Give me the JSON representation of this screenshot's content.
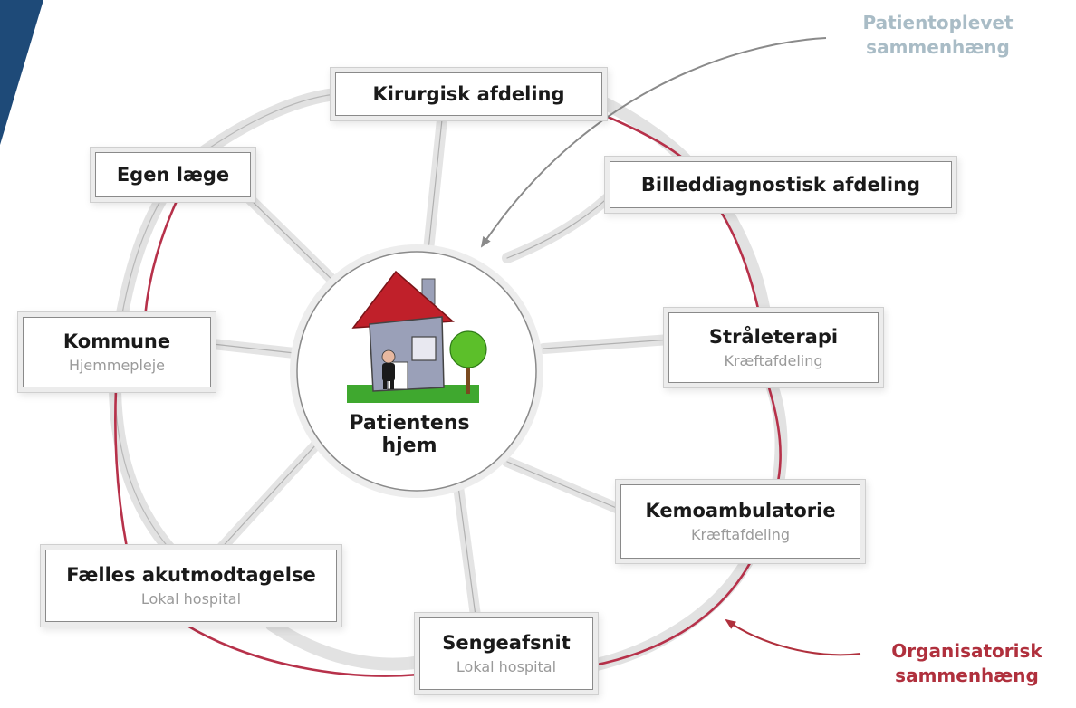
{
  "colors": {
    "organisational_line": "#b7314a",
    "patient_line": "#d8d8d8",
    "callout_patient": "#a9bcc6",
    "callout_org": "#b0303d",
    "roof": "#c0202a",
    "house_wall": "#9aa0b8",
    "grass": "#3fa82f",
    "tree": "#5cbf2a",
    "banner": "#1e4a78"
  },
  "center": {
    "label_line1": "Patientens",
    "label_line2": "hjem",
    "icon": "house-icon"
  },
  "nodes": {
    "kirurgisk": {
      "title": "Kirurgisk afdeling",
      "subtitle": ""
    },
    "egen_laege": {
      "title": "Egen læge",
      "subtitle": ""
    },
    "billeddiagnostisk": {
      "title": "Billeddiagnostisk afdeling",
      "subtitle": ""
    },
    "kommune": {
      "title": "Kommune",
      "subtitle": "Hjemmepleje"
    },
    "straaleterapi": {
      "title": "Stråleterapi",
      "subtitle": "Kræftafdeling"
    },
    "kemoambulatorie": {
      "title": "Kemoambulatorie",
      "subtitle": "Kræftafdeling"
    },
    "faelles_akut": {
      "title": "Fælles akutmodtagelse",
      "subtitle": "Lokal hospital"
    },
    "sengeafsnit": {
      "title": "Sengeafsnit",
      "subtitle": "Lokal hospital"
    }
  },
  "callouts": {
    "patient": {
      "line1": "Patientoplevet",
      "line2": "sammenhæng"
    },
    "organisatorisk": {
      "line1": "Organisatorisk",
      "line2": "sammenhæng"
    }
  }
}
